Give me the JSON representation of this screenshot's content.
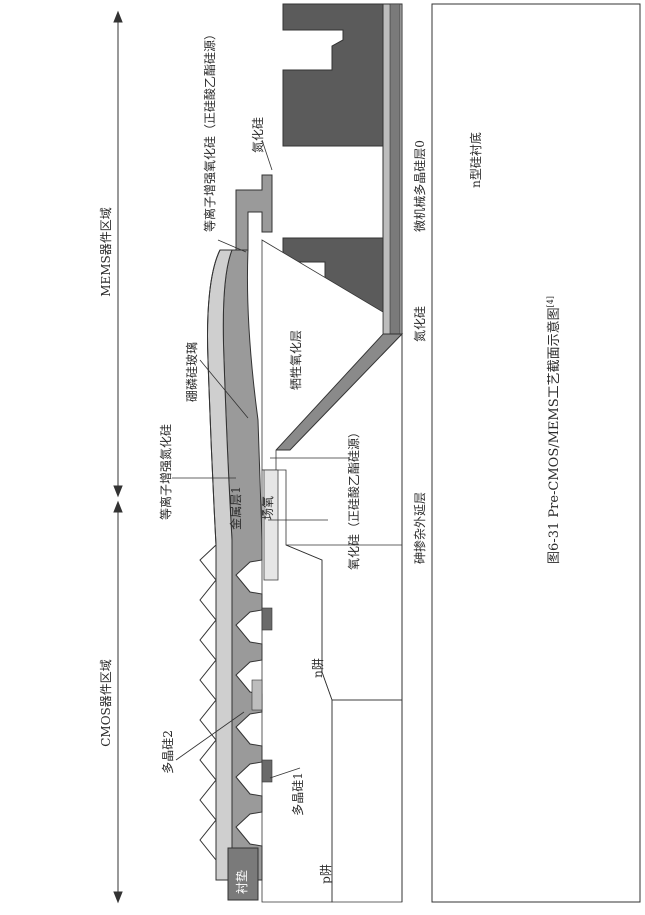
{
  "caption": {
    "text": "图6-31  Pre-CMOS/MEMS工艺截面示意图",
    "ref": "[4]"
  },
  "regions": {
    "mems": "MEMS器件区域",
    "cmos": "CMOS器件区域"
  },
  "labels": {
    "silicon_nitride_top": "氮化硅",
    "pecvd_oxide_teos": "等离子增强氧化硅（正硅酸乙酯硅源）",
    "bpsg": "硼磷硅玻璃",
    "pecvd_nitride": "等离子增强氮化硅",
    "metal1": "金属层1",
    "sacrificial_oxide": "牺牲氧化层",
    "field_oxide": "场氧",
    "oxide_teos": "氧化硅（正硅酸乙酯硅源）",
    "n_well": "n阱",
    "p_well": "p阱",
    "poly2": "多晶硅2",
    "poly1": "多晶硅1",
    "pad": "衬垫",
    "as_epi": "砷掺杂外延层",
    "n_substrate": "n型硅衬底",
    "silicon_nitride_bottom": "氮化硅",
    "mems_poly0": "微机械多晶硅层0"
  },
  "colors": {
    "dark": "#5b5b5b",
    "mid": "#9a9a9a",
    "light": "#cfcfcf",
    "line": "#333333"
  }
}
